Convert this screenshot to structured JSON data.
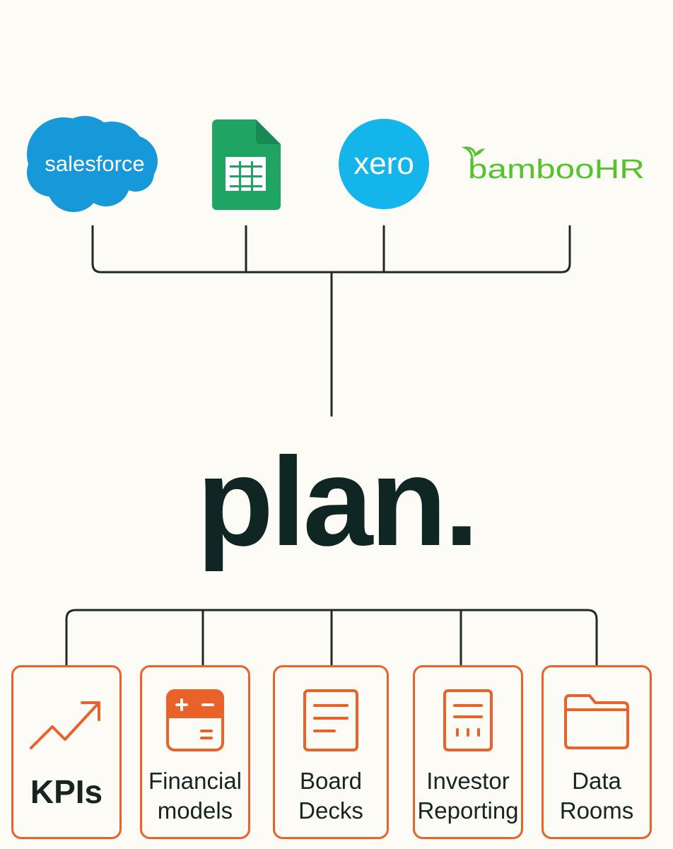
{
  "sources": {
    "salesforce": {
      "label": "salesforce",
      "color": "#1798d8"
    },
    "google_sheets": {
      "icon": "spreadsheet-icon",
      "color": "#1fa463"
    },
    "xero": {
      "label": "xero",
      "color": "#13b5ea"
    },
    "bamboohr": {
      "label": "bambooHR",
      "color": "#56c22d"
    }
  },
  "hub": {
    "label": "plan."
  },
  "outputs": [
    {
      "line1": "KPIs",
      "line2": "",
      "icon": "trending-up-icon"
    },
    {
      "line1": "Financial",
      "line2": "models",
      "icon": "calculator-icon"
    },
    {
      "line1": "Board",
      "line2": "Decks",
      "icon": "document-icon"
    },
    {
      "line1": "Investor",
      "line2": "Reporting",
      "icon": "report-icon"
    },
    {
      "line1": "Data",
      "line2": "Rooms",
      "icon": "folder-icon"
    }
  ],
  "colors": {
    "background": "#fcfbf6",
    "line": "#1f2a26",
    "accent": "#e9622a",
    "text": "#172522",
    "hub_text": "#0f2622"
  }
}
